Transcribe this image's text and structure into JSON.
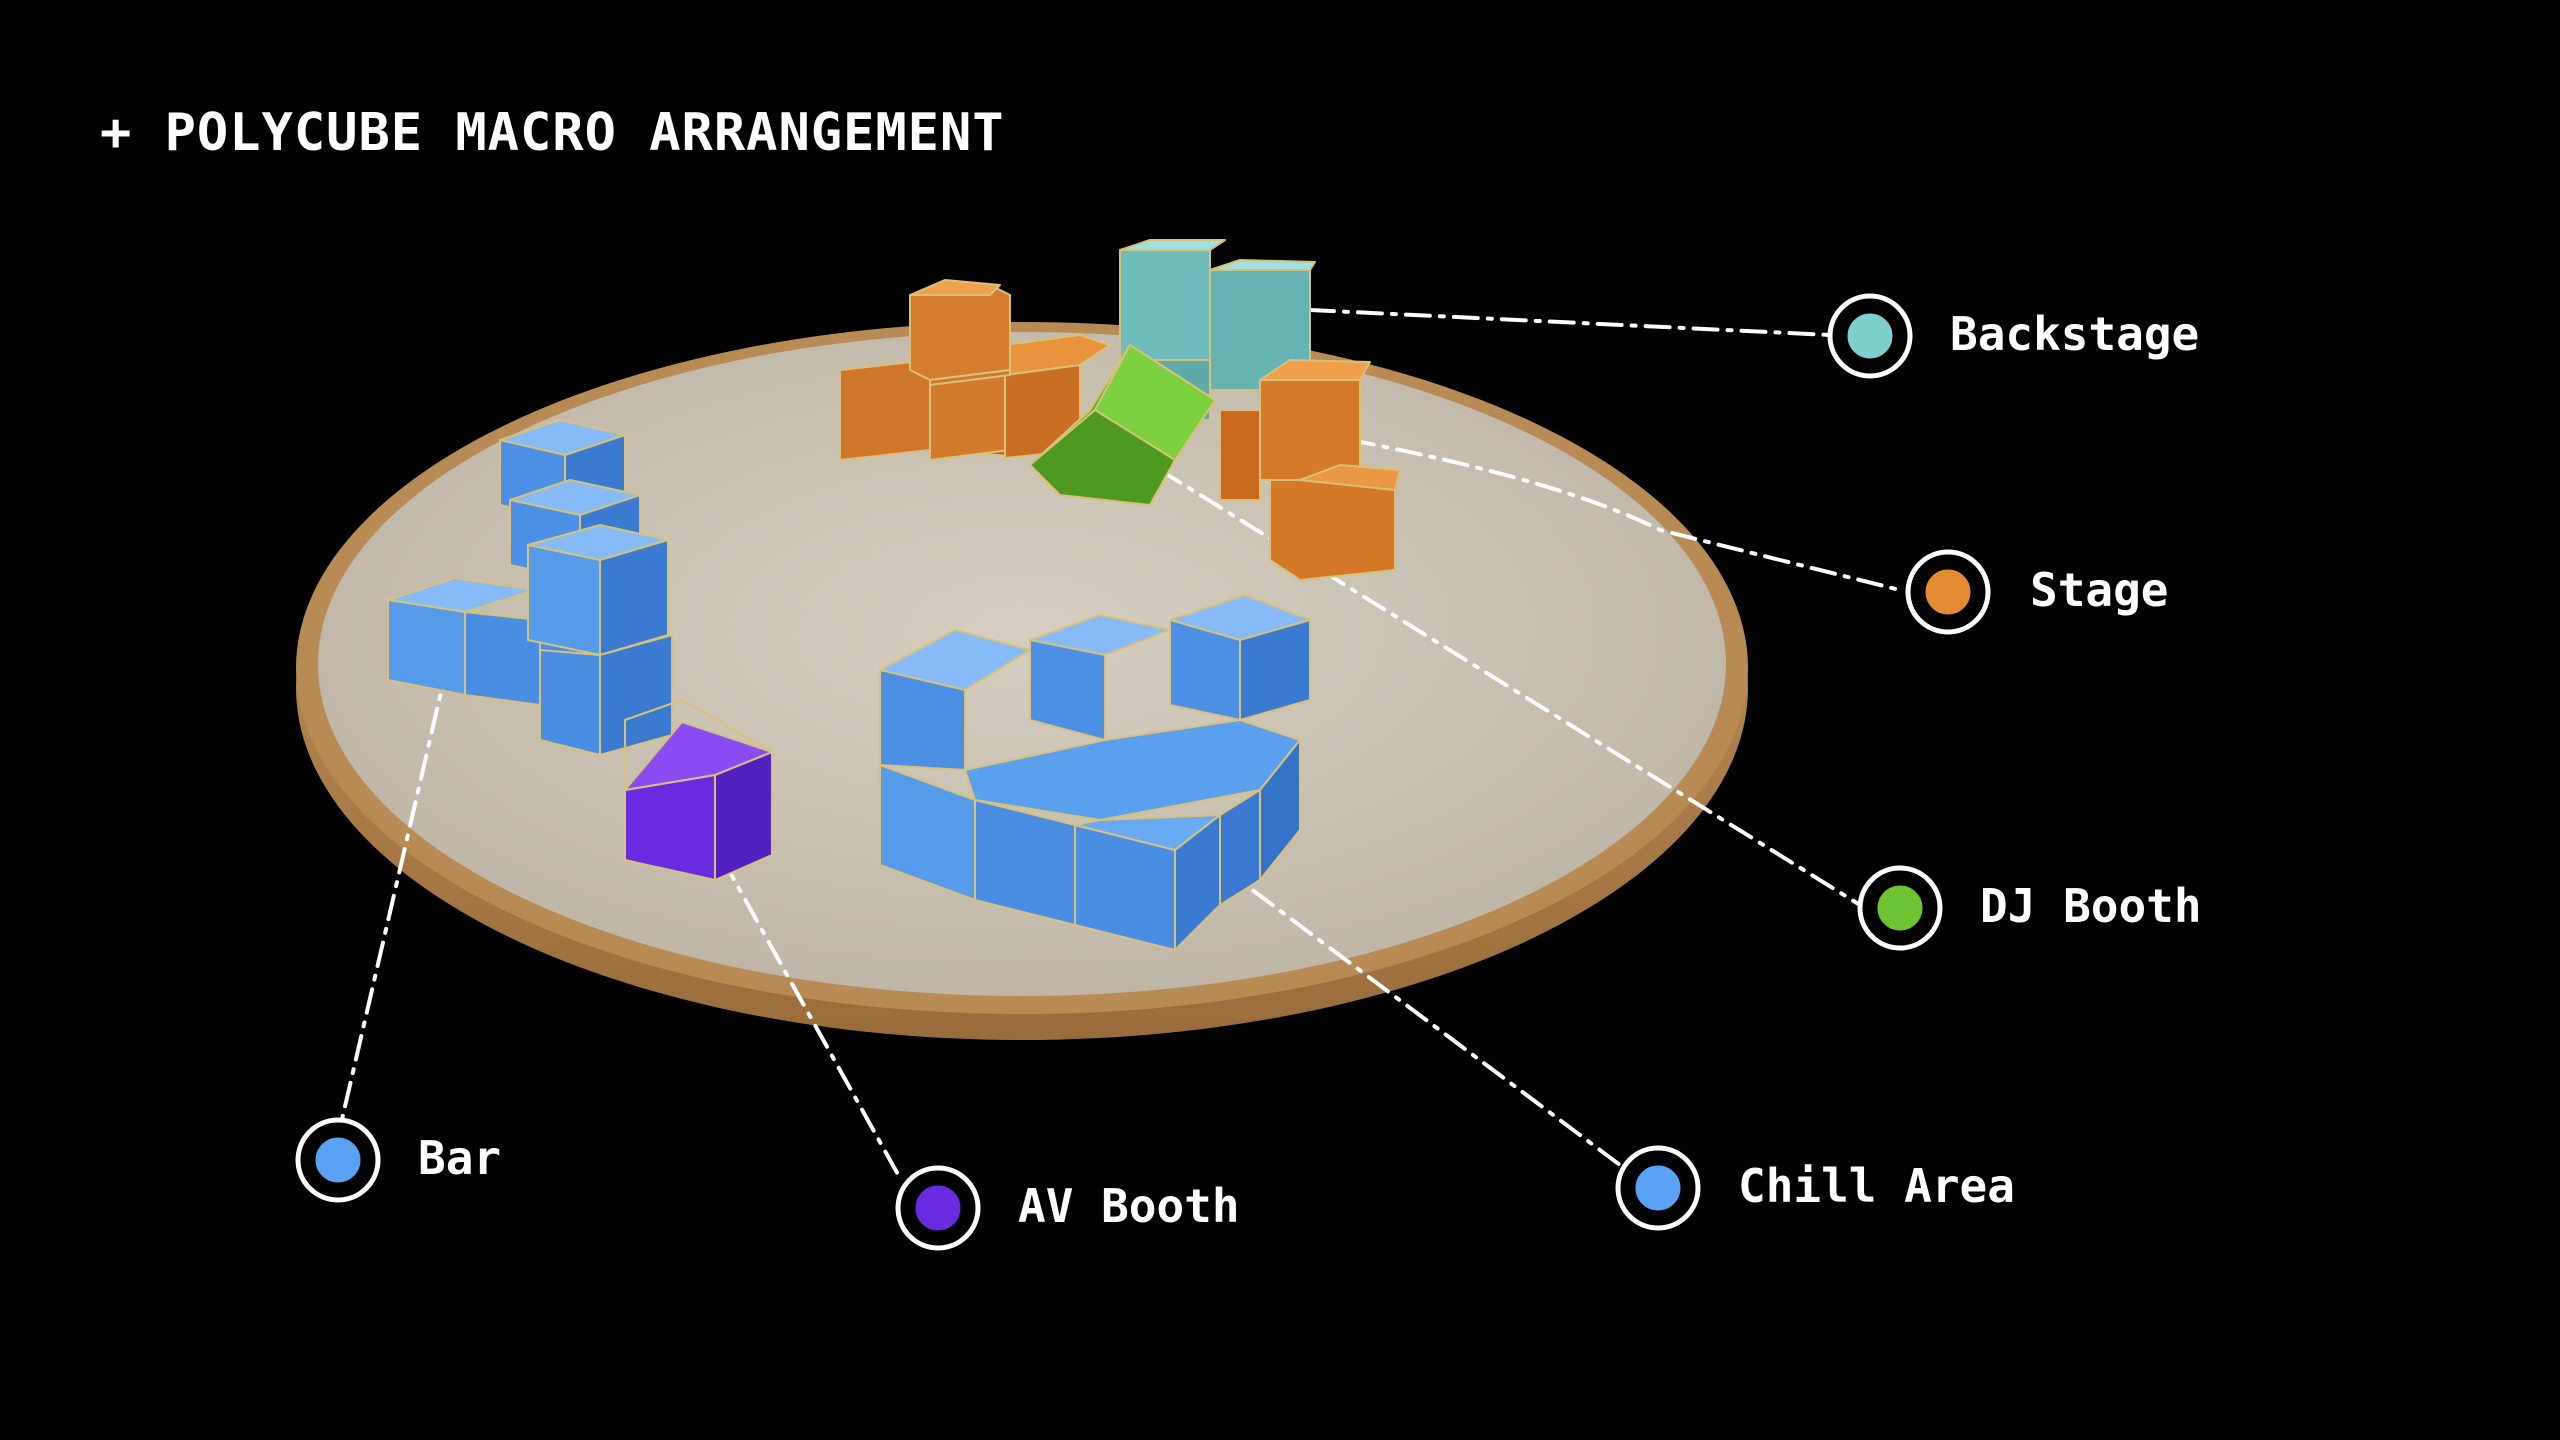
{
  "title": "+ POLYCUBE MACRO ARRANGEMENT",
  "colors": {
    "background": "#000000",
    "platform_top": "#cdc5b6",
    "platform_rim": "#b48752",
    "backstage": "#7fcfcf",
    "stage": "#e48a30",
    "dj_booth": "#6cc433",
    "bar": "#5aa2f5",
    "av_booth": "#6a2be0",
    "chill_area": "#5aa2f5"
  },
  "callouts": [
    {
      "id": "backstage",
      "label": "Backstage",
      "color": "#7fcfcf",
      "icon": "backstage-marker-icon"
    },
    {
      "id": "stage",
      "label": "Stage",
      "color": "#e48a30",
      "icon": "stage-marker-icon"
    },
    {
      "id": "dj_booth",
      "label": "DJ Booth",
      "color": "#6cc433",
      "icon": "dj-booth-marker-icon"
    },
    {
      "id": "bar",
      "label": "Bar",
      "color": "#5aa2f5",
      "icon": "bar-marker-icon"
    },
    {
      "id": "av_booth",
      "label": "AV Booth",
      "color": "#6a2be0",
      "icon": "av-booth-marker-icon"
    },
    {
      "id": "chill_area",
      "label": "Chill Area",
      "color": "#5aa2f5",
      "icon": "chill-area-marker-icon"
    }
  ]
}
